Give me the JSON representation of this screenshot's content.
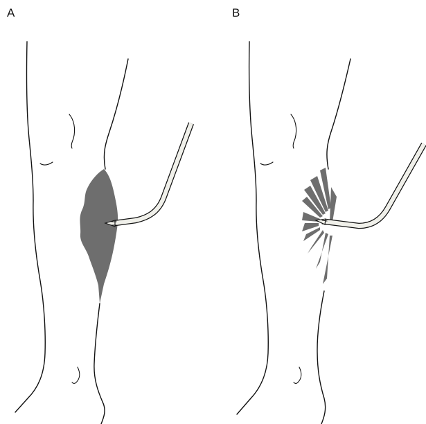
{
  "panels": [
    {
      "label": "A",
      "technique": "diffuse-infiltration"
    },
    {
      "label": "B",
      "technique": "fan-pattern-infiltration"
    }
  ],
  "colors": {
    "shading": "#6e6e6e",
    "outline": "#111111",
    "cannula_fill": "#f0f0ea",
    "background": "#ffffff"
  }
}
